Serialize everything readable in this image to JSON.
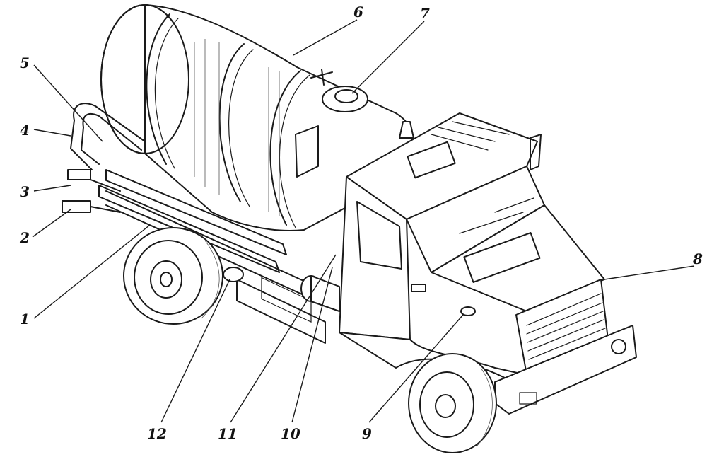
{
  "figure": {
    "callouts": [
      {
        "label": "1"
      },
      {
        "label": "2"
      },
      {
        "label": "3"
      },
      {
        "label": "4"
      },
      {
        "label": "5"
      },
      {
        "label": "6"
      },
      {
        "label": "7"
      },
      {
        "label": "8"
      },
      {
        "label": "9"
      },
      {
        "label": "10"
      },
      {
        "label": "11"
      },
      {
        "label": "12"
      }
    ]
  }
}
